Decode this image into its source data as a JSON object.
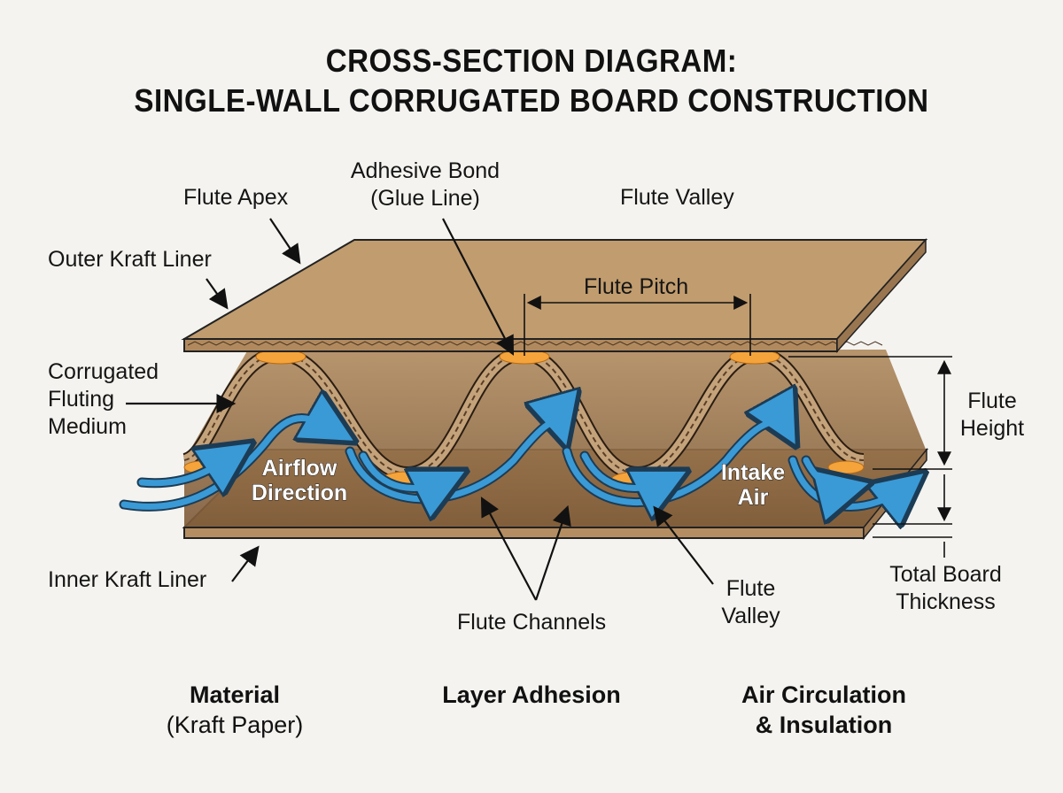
{
  "title": {
    "line1": "CROSS-SECTION DIAGRAM:",
    "line2": "SINGLE-WALL CORRUGATED BOARD CONSTRUCTION"
  },
  "labels": {
    "flute_apex": "Flute Apex",
    "adhesive_bond_1": "Adhesive Bond",
    "adhesive_bond_2": "(Glue Line)",
    "flute_valley_top": "Flute Valley",
    "outer_kraft_liner": "Outer Kraft Liner",
    "flute_pitch": "Flute Pitch",
    "fluting_medium_1": "Corrugated",
    "fluting_medium_2": "Fluting",
    "fluting_medium_3": "Medium",
    "flute_height_1": "Flute",
    "flute_height_2": "Height",
    "airflow_1": "Airflow",
    "airflow_2": "Direction",
    "intake_1": "Intake",
    "intake_2": "Air",
    "inner_kraft_liner": "Inner Kraft Liner",
    "flute_channels": "Flute Channels",
    "flute_valley_bottom_1": "Flute",
    "flute_valley_bottom_2": "Valley",
    "total_thickness_1": "Total Board",
    "total_thickness_2": "Thickness"
  },
  "captions": [
    {
      "line1": "Material",
      "line2": "(Kraft Paper)"
    },
    {
      "line1": "Layer Adhesion",
      "line2": ""
    },
    {
      "line1": "Air Circulation",
      "line2": "& Insulation"
    }
  ],
  "colors": {
    "kraft": "#c19c6e",
    "kraft_dark": "#8a6644",
    "glue": "#f4a43a",
    "airflow": "#3a9ad6",
    "background": "#f4f3ef"
  }
}
